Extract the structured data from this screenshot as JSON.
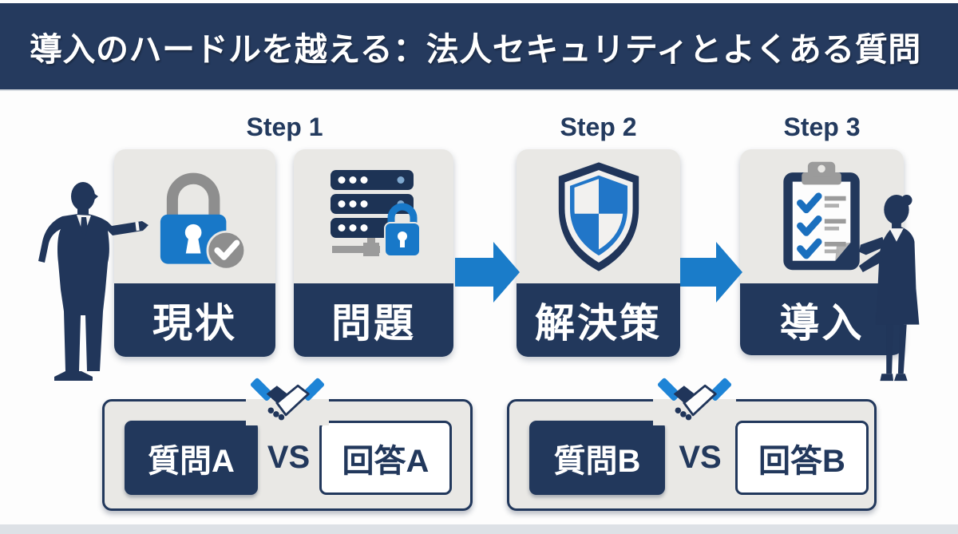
{
  "header": {
    "title": "導入のハードルを越える：法人セキュリティとよくある質問"
  },
  "steps": [
    {
      "label": "Step 1"
    },
    {
      "label": "Step 2"
    },
    {
      "label": "Step 3"
    }
  ],
  "process_cards": [
    {
      "label": "現状",
      "icon": "lock-check-icon"
    },
    {
      "label": "問題",
      "icon": "server-lock-icon"
    },
    {
      "label": "解決策",
      "icon": "shield-icon"
    },
    {
      "label": "導入",
      "icon": "clipboard-checklist-icon"
    }
  ],
  "faq_boxes": [
    {
      "question": "質問A",
      "vs_label": "VS",
      "answer": "回答A",
      "icon": "handshake-icon"
    },
    {
      "question": "質問B",
      "vs_label": "VS",
      "answer": "回答B",
      "icon": "handshake-icon"
    }
  ],
  "colors": {
    "header_navy": "#253a5e",
    "navy": "#22385c",
    "accent_blue": "#1a7cc9",
    "card_gray": "#e9e8e5",
    "icon_gray": "#8e8e8e",
    "footer_strip": "#dde1e6",
    "text_white": "#ffffff"
  }
}
